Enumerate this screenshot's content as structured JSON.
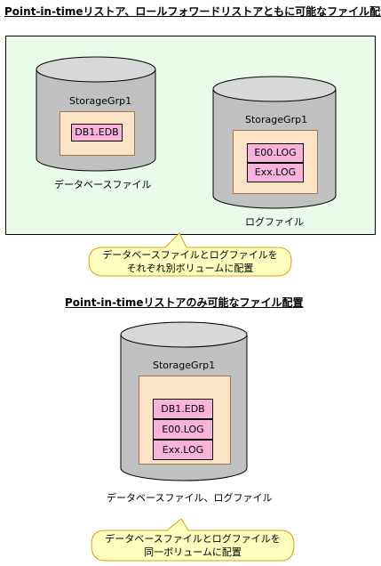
{
  "section1": {
    "heading": "Point-in-timeリストア、ロールフォワードリストアともに可能なファイル配置",
    "db_cylinder": {
      "group": "StorageGrp1",
      "files": [
        "DB1.EDB"
      ],
      "caption": "データベースファイル"
    },
    "log_cylinder": {
      "group": "StorageGrp1",
      "files": [
        "E00.LOG",
        "Exx.LOG"
      ],
      "caption": "ログファイル"
    },
    "callout": [
      "データベースファイルとログファイルを",
      "それぞれ別ボリュームに配置"
    ]
  },
  "section2": {
    "heading": "Point-in-timeリストアのみ可能なファイル配置",
    "cylinder": {
      "group": "StorageGrp1",
      "files": [
        "DB1.EDB",
        "E00.LOG",
        "Exx.LOG"
      ],
      "caption": "データベースファイル、ログファイル"
    },
    "callout": [
      "データベースファイルとログファイルを",
      "同一ボリュームに配置"
    ]
  },
  "colors": {
    "panel_bg": "#e9fbe9",
    "cylinder_fill": "#c0c0c0",
    "inner_box": "#fde3c6",
    "file_box": "#f9b2dc",
    "callout_fill": "#ffffc0",
    "callout_border": "#e2a000"
  }
}
